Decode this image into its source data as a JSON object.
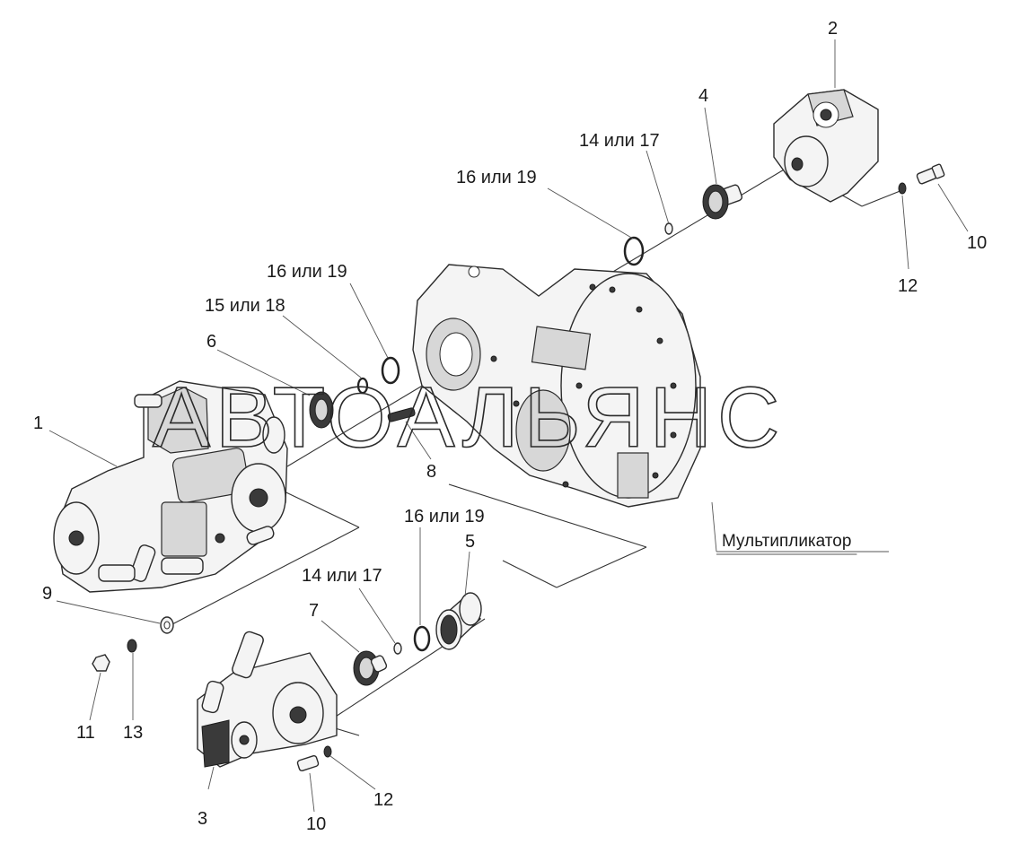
{
  "watermark": "АВТОАЛЬЯНС",
  "callouts": {
    "p1": "1",
    "p2": "2",
    "p3": "3",
    "p4": "4",
    "p5": "5",
    "p6": "6",
    "p7": "7",
    "p8": "8",
    "p9": "9",
    "p10_top": "10",
    "p10_bottom": "10",
    "p11": "11",
    "p12_top": "12",
    "p12_bottom": "12",
    "p13": "13",
    "p14_top": "14 или 17",
    "p14_bottom": "14 или 17",
    "p15": "15 или 18",
    "p16_top": "16 или 19",
    "p16_mid": "16 или 19",
    "p16_bottom": "16 или 19"
  },
  "multiplier_label": "Мультипликатор"
}
